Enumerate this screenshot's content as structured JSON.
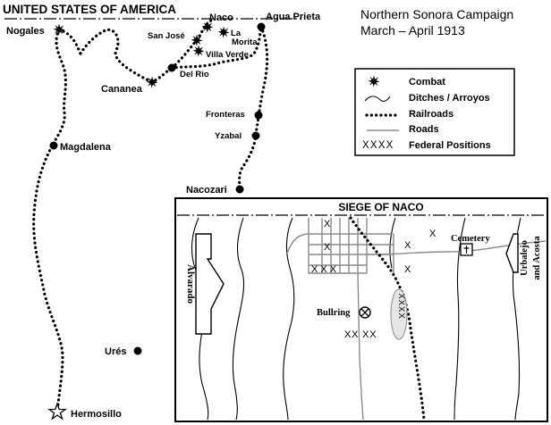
{
  "header": {
    "country": "UNITED STATES OF AMERICA",
    "title_line1": "Northern Sonora Campaign",
    "title_line2": "March – April 1913"
  },
  "places": {
    "nogales": "Nogales",
    "naco": "Naco",
    "agua_prieta": "Agua Prieta",
    "san_jose": "San José",
    "la_morita_1": "La",
    "la_morita_2": "Morita",
    "villa_verde": "Villa Verde",
    "del_rio": "Del Rio",
    "cananea": "Cananea",
    "fronteras": "Fronteras",
    "yzabal": "Yzabal",
    "magdalena": "Magdalena",
    "nacozari": "Nacozari",
    "ures": "Urés",
    "hermosillo": "Hermosillo"
  },
  "legend": {
    "items": [
      {
        "symbol": "combat",
        "label": "Combat"
      },
      {
        "symbol": "ditch",
        "label": "Ditches / Arroyos"
      },
      {
        "symbol": "railroad",
        "label": "Railroads"
      },
      {
        "symbol": "road",
        "label": "Roads"
      },
      {
        "symbol": "xxxx",
        "label": "Federal Positions",
        "glyph": "XXXX"
      }
    ]
  },
  "inset": {
    "title": "SIEGE OF NACO",
    "cemetery": "Cemetery",
    "bullring": "Bullring",
    "alvarado": "Alvarado",
    "urbalejo_1": "Urbalejo",
    "urbalejo_2": "and Acosta",
    "fed_x": "X",
    "fed_xxx": "X X X",
    "fed_xxxx": "XXXX",
    "fed_xx": "XX XX"
  },
  "colors": {
    "ink": "#000000",
    "road": "#8a8a8a",
    "background": "#ffffff"
  }
}
